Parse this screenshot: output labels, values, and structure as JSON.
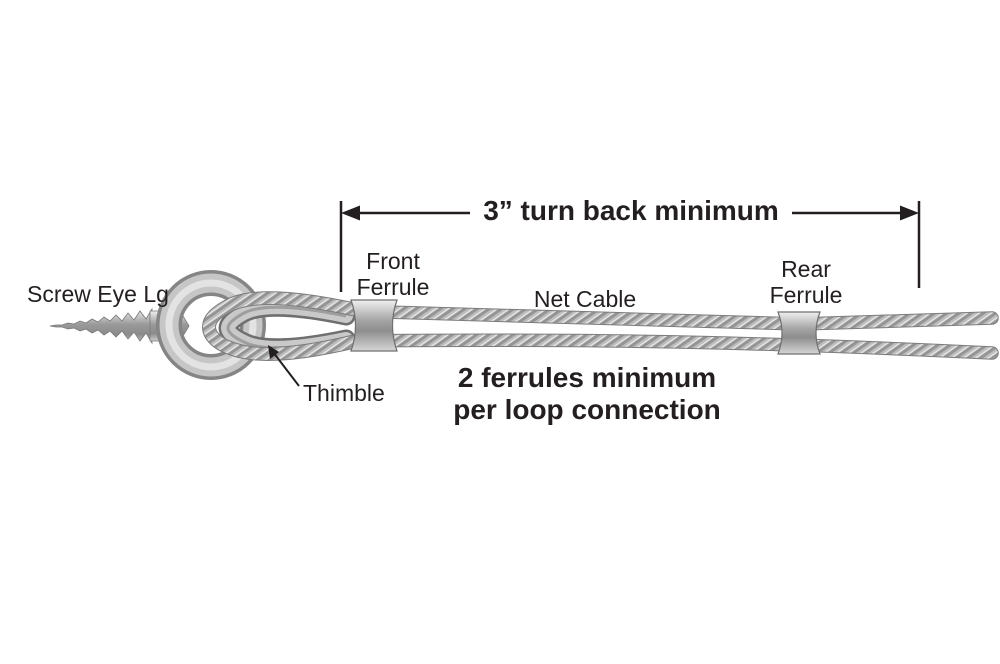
{
  "figure": {
    "background": "#ffffff",
    "text_color": "#231f20",
    "labels": {
      "dimension": "3” turn back minimum",
      "screw_eye": "Screw Eye Lg",
      "front_ferrule": [
        "Front",
        "Ferrule"
      ],
      "net_cable": "Net Cable",
      "rear_ferrule": [
        "Rear",
        "Ferrule"
      ],
      "thimble": "Thimble",
      "note": [
        "2 ferrules minimum",
        "per loop connection"
      ]
    },
    "colors": {
      "metal_light": "#e6e6e6",
      "metal_mid": "#a9a9a9",
      "metal_dark": "#6f6f6f",
      "cable_light": "#dedede",
      "cable_mid": "#bcbcbc",
      "cable_dark": "#8c8c8c",
      "line": "#231f20"
    }
  }
}
